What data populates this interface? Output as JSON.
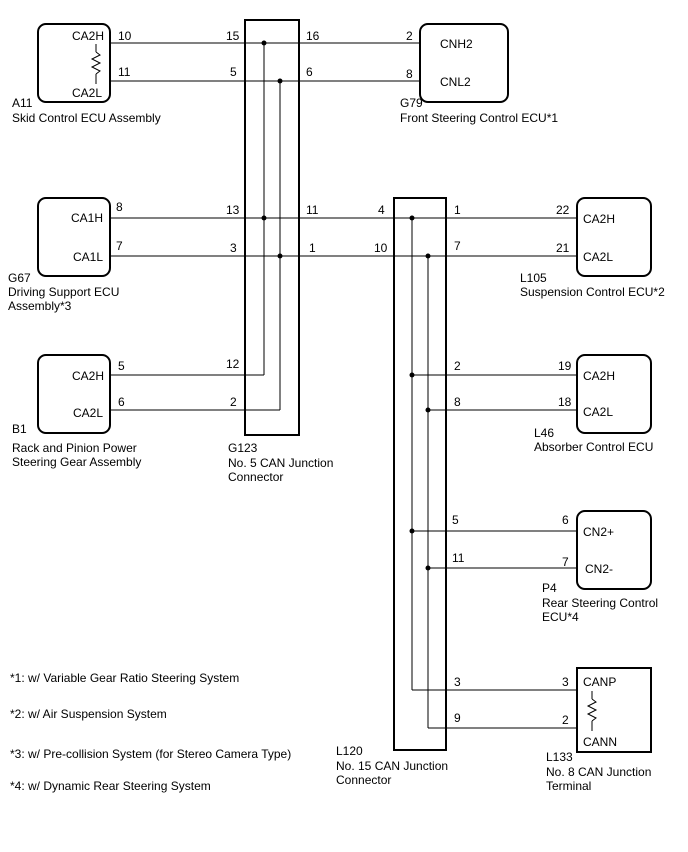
{
  "components": {
    "a11": {
      "code": "A11",
      "name": "Skid Control ECU Assembly",
      "pin_h": "CA2H",
      "pin_l": "CA2L"
    },
    "g79": {
      "code": "G79",
      "name": "Front Steering Control ECU*1",
      "pin_h": "CNH2",
      "pin_l": "CNL2"
    },
    "g67": {
      "code": "G67",
      "name_line1": "Driving Support ECU",
      "name_line2": "Assembly*3",
      "pin_h": "CA1H",
      "pin_l": "CA1L"
    },
    "b1": {
      "code": "B1",
      "name_line1": "Rack and Pinion Power",
      "name_line2": "Steering Gear Assembly",
      "pin_h": "CA2H",
      "pin_l": "CA2L"
    },
    "g123": {
      "code": "G123",
      "name_line1": "No. 5 CAN Junction",
      "name_line2": "Connector"
    },
    "l120": {
      "code": "L120",
      "name_line1": "No. 15 CAN Junction",
      "name_line2": "Connector"
    },
    "l105": {
      "code": "L105",
      "name": "Suspension Control ECU*2",
      "pin_h": "CA2H",
      "pin_l": "CA2L"
    },
    "l46": {
      "code": "L46",
      "name": "Absorber Control ECU",
      "pin_h": "CA2H",
      "pin_l": "CA2L"
    },
    "p4": {
      "code": "P4",
      "name_line1": "Rear Steering Control",
      "name_line2": "ECU*4",
      "pin_h": "CN2+",
      "pin_l": "CN2-"
    },
    "l133": {
      "code": "L133",
      "name_line1": "No. 8 CAN Junction",
      "name_line2": "Terminal",
      "pin_h": "CANP",
      "pin_l": "CANN"
    }
  },
  "pins": {
    "a11_h": "10",
    "a11_l": "11",
    "g123_a11_h": "15",
    "g123_a11_l": "5",
    "g123_g79_h": "16",
    "g123_g79_l": "6",
    "g79_h": "2",
    "g79_l": "8",
    "g67_h": "8",
    "g67_l": "7",
    "g123_g67_h": "13",
    "g123_g67_l": "3",
    "g123_out_h": "11",
    "g123_out_l": "1",
    "l120_in_h": "4",
    "l120_in_l": "10",
    "l120_l105_h": "1",
    "l120_l105_l": "7",
    "l105_h": "22",
    "l105_l": "21",
    "b1_h": "5",
    "b1_l": "6",
    "g123_b1_h": "12",
    "g123_b1_l": "2",
    "l120_l46_h": "2",
    "l120_l46_l": "8",
    "l46_h": "19",
    "l46_l": "18",
    "l120_p4_h": "5",
    "l120_p4_l": "11",
    "p4_h": "6",
    "p4_l": "7",
    "l120_l133_h": "3",
    "l120_l133_l": "9",
    "l133_h": "3",
    "l133_l": "2"
  },
  "notes": {
    "n1": "*1: w/ Variable Gear Ratio Steering System",
    "n2": "*2: w/ Air Suspension System",
    "n3": "*3: w/ Pre-collision System (for Stereo Camera Type)",
    "n4": "*4: w/ Dynamic Rear Steering System"
  }
}
